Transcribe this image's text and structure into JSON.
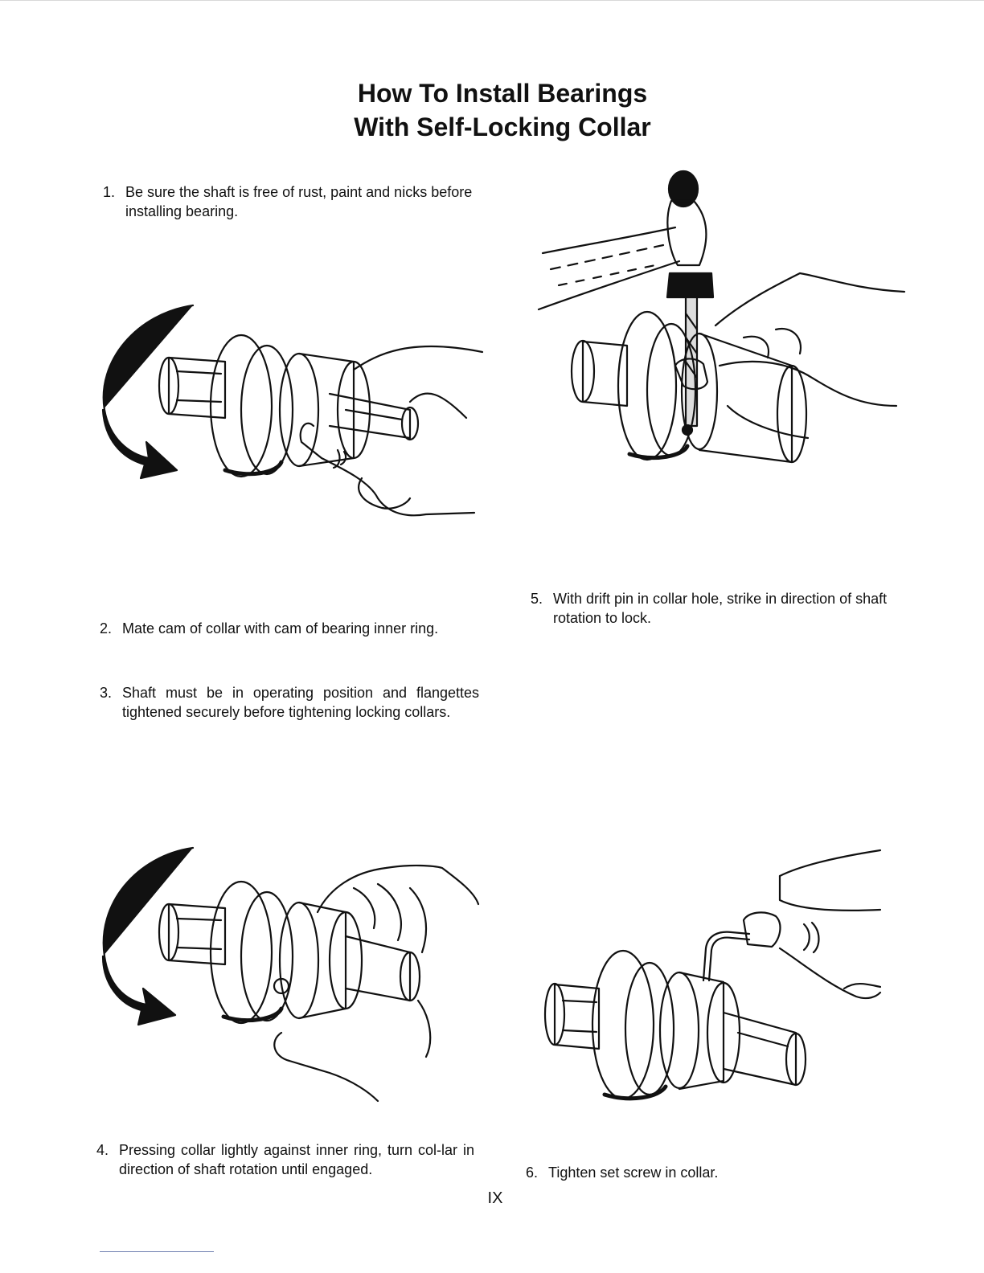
{
  "title": {
    "line1": "How To Install Bearings",
    "line2": "With Self-Locking Collar"
  },
  "steps": [
    {
      "num": "1.",
      "text": "Be sure the shaft is free of rust, paint and nicks before installing bearing."
    },
    {
      "num": "2.",
      "text": "Mate cam of collar with cam of bearing inner ring."
    },
    {
      "num": "3.",
      "text": "Shaft must be in operating position and flangettes tightened securely before tightening locking collars."
    },
    {
      "num": "4.",
      "text": "Pressing collar lightly against inner ring, turn col-lar in direction of shaft rotation until engaged."
    },
    {
      "num": "5.",
      "text": "With drift pin in collar hole, strike in direction of shaft rotation to lock."
    },
    {
      "num": "6.",
      "text": "Tighten set screw in collar."
    }
  ],
  "page_number": "IX"
}
